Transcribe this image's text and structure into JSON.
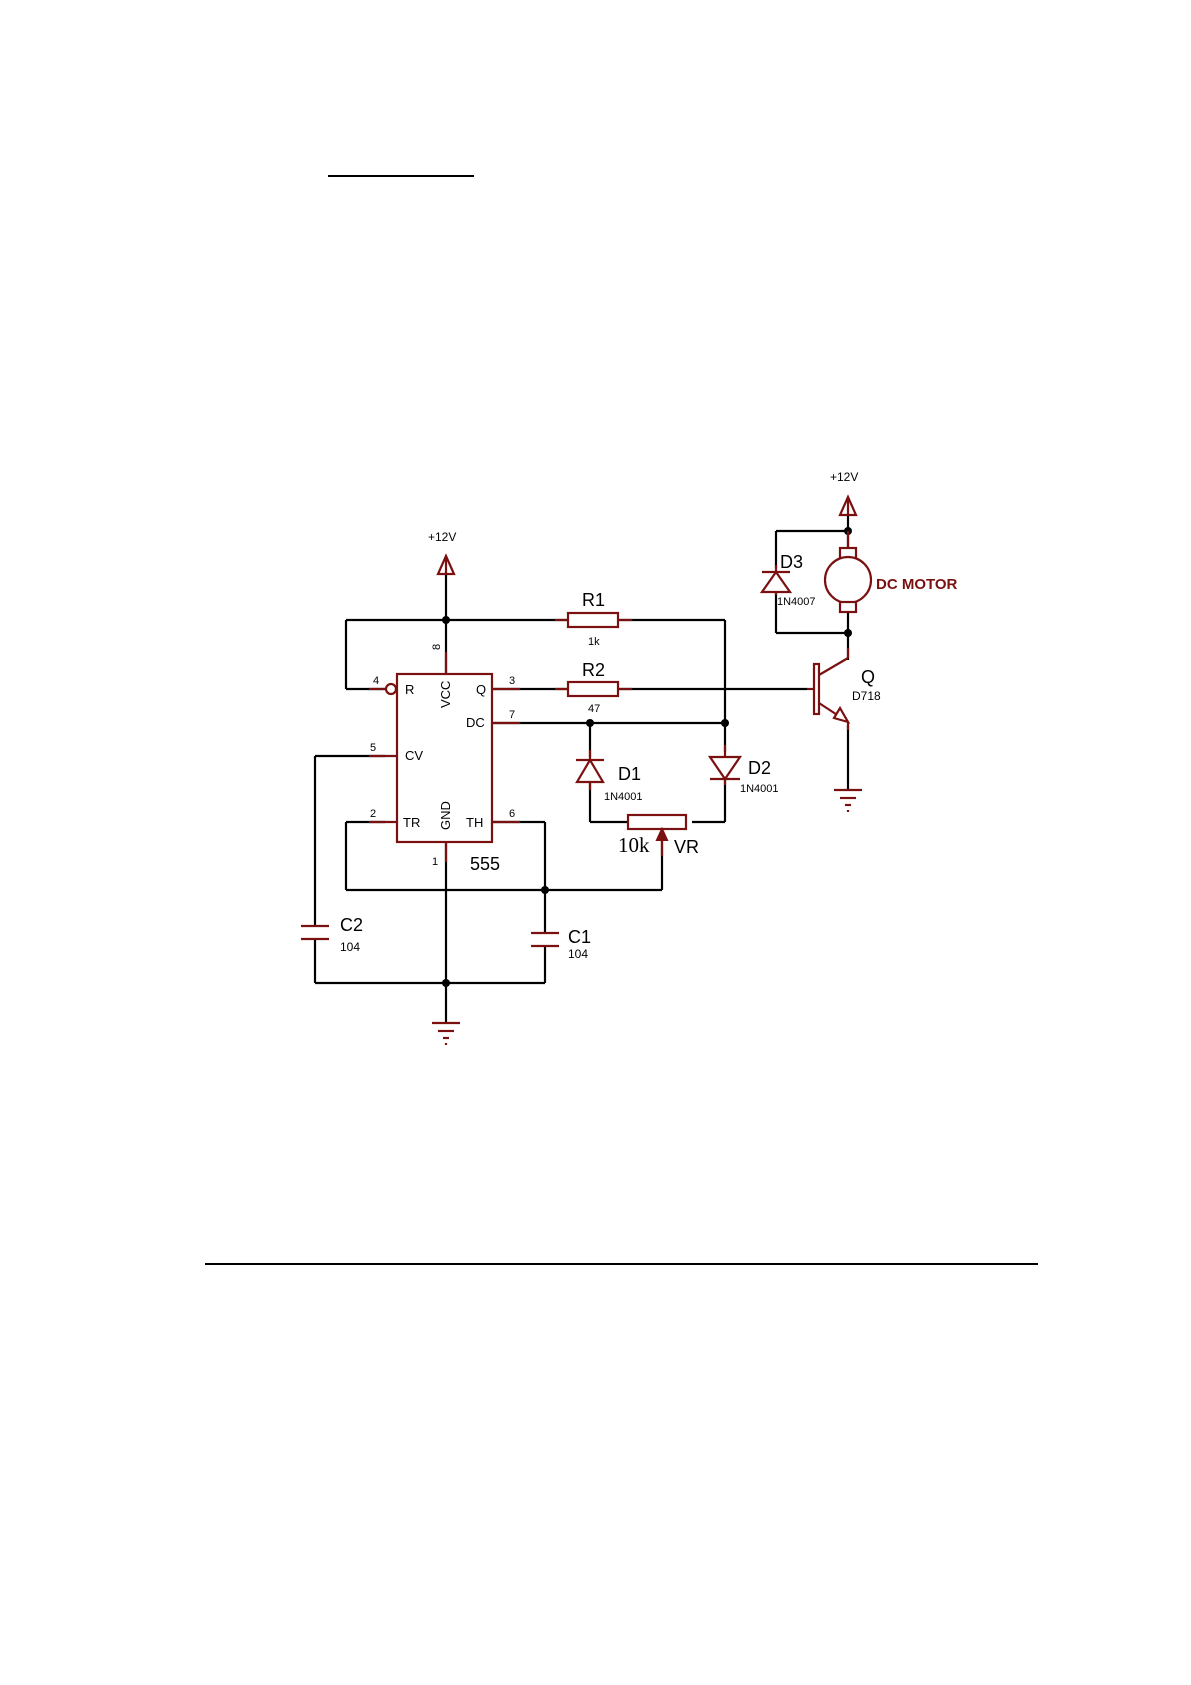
{
  "colors": {
    "wire": "#000000",
    "component": "#7a1010",
    "motor_label": "#7a1010"
  },
  "supply": {
    "left": "+12V",
    "right": "+12V"
  },
  "ic": {
    "name": "555",
    "pins": {
      "R": "R",
      "VCC": "VCC",
      "Q": "Q",
      "DC": "DC",
      "CV": "CV",
      "TR": "TR",
      "GND": "GND",
      "TH": "TH"
    },
    "pin_numbers": {
      "p4": "4",
      "p8": "8",
      "p3": "3",
      "p7": "7",
      "p5": "5",
      "p2": "2",
      "p6": "6",
      "p1": "1"
    }
  },
  "r1": {
    "name": "R1",
    "value": "1k"
  },
  "r2": {
    "name": "R2",
    "value": "47"
  },
  "d1": {
    "name": "D1",
    "part": "1N4001"
  },
  "d2": {
    "name": "D2",
    "part": "1N4001"
  },
  "d3": {
    "name": "D3",
    "part": "1N4007"
  },
  "vr": {
    "value": "10k",
    "name": "VR"
  },
  "c1": {
    "name": "C1",
    "value": "104"
  },
  "c2": {
    "name": "C2",
    "value": "104"
  },
  "transistor": {
    "name": "Q",
    "part": "D718"
  },
  "motor": {
    "label": "DC MOTOR"
  }
}
